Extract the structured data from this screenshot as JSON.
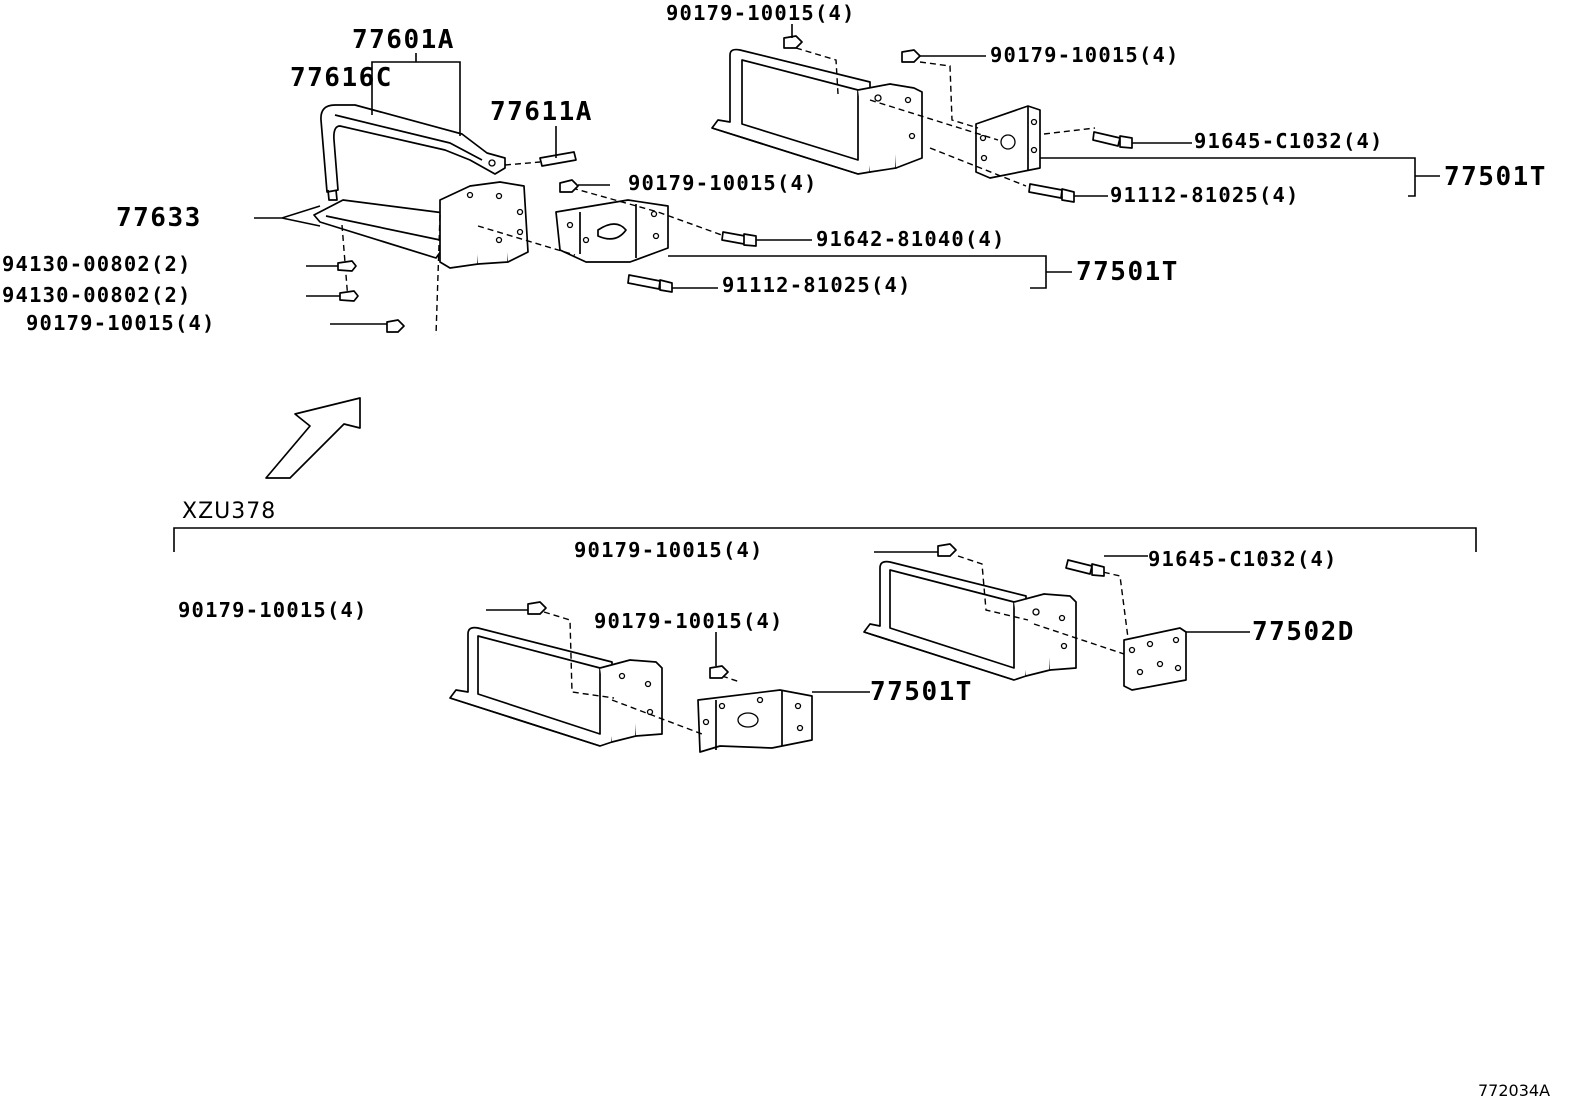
{
  "callouts": {
    "nut_top_a": "90179-10015(4)",
    "nut_top_b": "90179-10015(4)",
    "nut_mid": "90179-10015(4)",
    "handle_assy": "77601A",
    "handle": "77616C",
    "pin": "77611A",
    "tray": "77633",
    "bolt_c1032_top": "91645-C1032(4)",
    "bracket_top_right": "77501T",
    "bolt_81025_top": "91112-81025(4)",
    "bolt_81040": "91642-81040(4)",
    "bracket_left": "77501T",
    "bolt_81025_left": "91112-81025(4)",
    "washer_a": "94130-00802(2)",
    "washer_b": "94130-00802(2)",
    "nut_bottom_left": "90179-10015(4)",
    "variant": "XZU378",
    "nut_lower_right": "90179-10015(4)",
    "bolt_c1032_lower": "91645-C1032(4)",
    "nut_lower_left": "90179-10015(4)",
    "nut_lower_mid": "90179-10015(4)",
    "bracket_lower_right": "77502D",
    "bracket_lower_left": "77501T"
  },
  "figure_ref": "772034A"
}
